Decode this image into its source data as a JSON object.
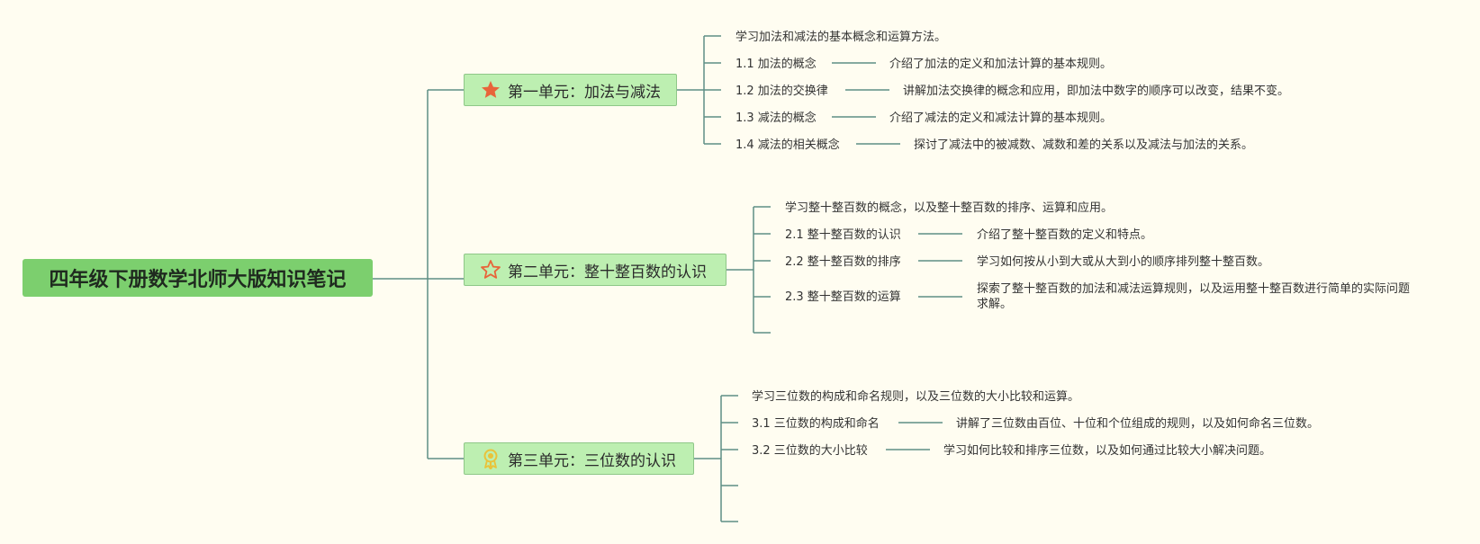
{
  "root": {
    "title": "四年级下册数学北师大版知识笔记"
  },
  "units": [
    {
      "title": "第一单元：加法与减法",
      "icon": "star-filled-icon",
      "icon_color": "#e8643a",
      "intro": "学习加法和减法的基本概念和运算方法。",
      "items": [
        {
          "label": "1.1 加法的概念",
          "desc": "介绍了加法的定义和加法计算的基本规则。"
        },
        {
          "label": "1.2 加法的交换律",
          "desc": "讲解加法交换律的概念和应用，即加法中数字的顺序可以改变，结果不变。"
        },
        {
          "label": "1.3 减法的概念",
          "desc": "介绍了减法的定义和减法计算的基本规则。"
        },
        {
          "label": "1.4 减法的相关概念",
          "desc": "探讨了减法中的被减数、减数和差的关系以及减法与加法的关系。"
        }
      ]
    },
    {
      "title": "第二单元：整十整百数的认识",
      "icon": "star-outline-icon",
      "icon_color": "#e8643a",
      "intro": "学习整十整百数的概念，以及整十整百数的排序、运算和应用。",
      "items": [
        {
          "label": "2.1 整十整百数的认识",
          "desc": "介绍了整十整百数的定义和特点。"
        },
        {
          "label": "2.2 整十整百数的排序",
          "desc": "学习如何按从小到大或从大到小的顺序排列整十整百数。"
        },
        {
          "label": "2.3 整十整百数的运算",
          "desc": "探索了整十整百数的加法和减法运算规则，以及运用整十整百数进行简单的实际问题求解。"
        }
      ]
    },
    {
      "title": "第三单元：三位数的认识",
      "icon": "award-ribbon-icon",
      "icon_color": "#e9c33a",
      "intro": "学习三位数的构成和命名规则，以及三位数的大小比较和运算。",
      "items": [
        {
          "label": "3.1 三位数的构成和命名",
          "desc": "讲解了三位数由百位、十位和个位组成的规则，以及如何命名三位数。"
        },
        {
          "label": "3.2 三位数的大小比较",
          "desc": "学习如何比较和排序三位数，以及如何通过比较大小解决问题。"
        }
      ]
    }
  ],
  "colors": {
    "background": "#fffdf1",
    "line": "#5f8f86",
    "root_fill": "#7ccf6e",
    "unit_fill": "#bdefb1"
  }
}
